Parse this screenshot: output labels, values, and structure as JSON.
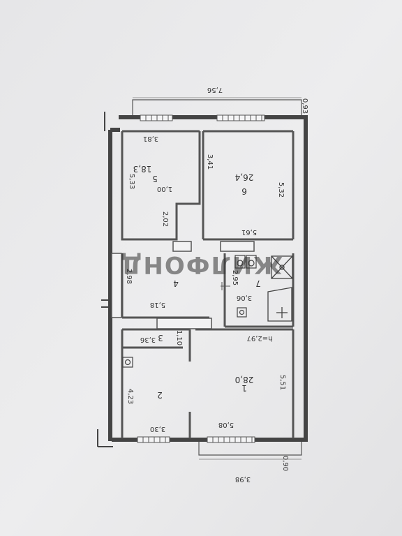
{
  "watermark": "ЖИЛФОНД",
  "rooms": {
    "r1": {
      "number": "1",
      "area": "28,0"
    },
    "r2": {
      "number": "2"
    },
    "r3": {
      "number": "3"
    },
    "r4": {
      "number": "4"
    },
    "r5": {
      "number": "5",
      "area": "18,3"
    },
    "r6": {
      "number": "6",
      "area": "26,4"
    },
    "r7": {
      "number": "7"
    }
  },
  "height_note": "h=2,97",
  "dimensions": {
    "top_width": "7,56",
    "top_balcony": "0,93",
    "bottom_width": "3,98",
    "bottom_balcony": "0,90",
    "r5_width": "3,81",
    "r5_height": "5,33",
    "r6_width": "3,41",
    "r6_height": "5,32",
    "r6_bottom": "5,61",
    "passage_width": "1,00",
    "passage_height": "2,02",
    "hall_height": "2,98",
    "hall_width": "5,18",
    "bath_height": "2,95",
    "bath_width": "3,06",
    "r3_height": "1,10",
    "r3_width": "3,36",
    "r2_height": "4,23",
    "r2_width": "3,30",
    "r1_width": "5,08",
    "r1_height": "5,51"
  }
}
